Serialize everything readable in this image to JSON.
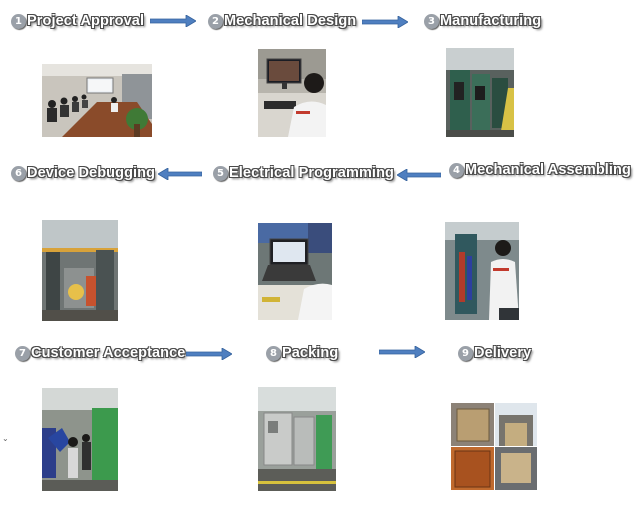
{
  "colors": {
    "arrow": "#4f7fc0",
    "arrow_border": "#36639d"
  },
  "steps": [
    {
      "num": "1",
      "label": "Project Approval"
    },
    {
      "num": "2",
      "label": "Mechanical Design"
    },
    {
      "num": "3",
      "label": "Manufacturing"
    },
    {
      "num": "4",
      "label": "Mechanical Assembling"
    },
    {
      "num": "5",
      "label": "Electrical Programming"
    },
    {
      "num": "6",
      "label": "Device Debugging"
    },
    {
      "num": "7",
      "label": "Customer Acceptance"
    },
    {
      "num": "8",
      "label": "Packing"
    },
    {
      "num": "9",
      "label": "Delivery"
    }
  ],
  "photos": [
    "meeting-room-photo",
    "engineer-at-computer-photo",
    "machining-shop-photo",
    "assembly-engineer-photo",
    "programming-laptop-photo",
    "debugging-workshop-photo",
    "acceptance-robots-photo",
    "packed-machines-photo",
    "container-loading-photo"
  ]
}
